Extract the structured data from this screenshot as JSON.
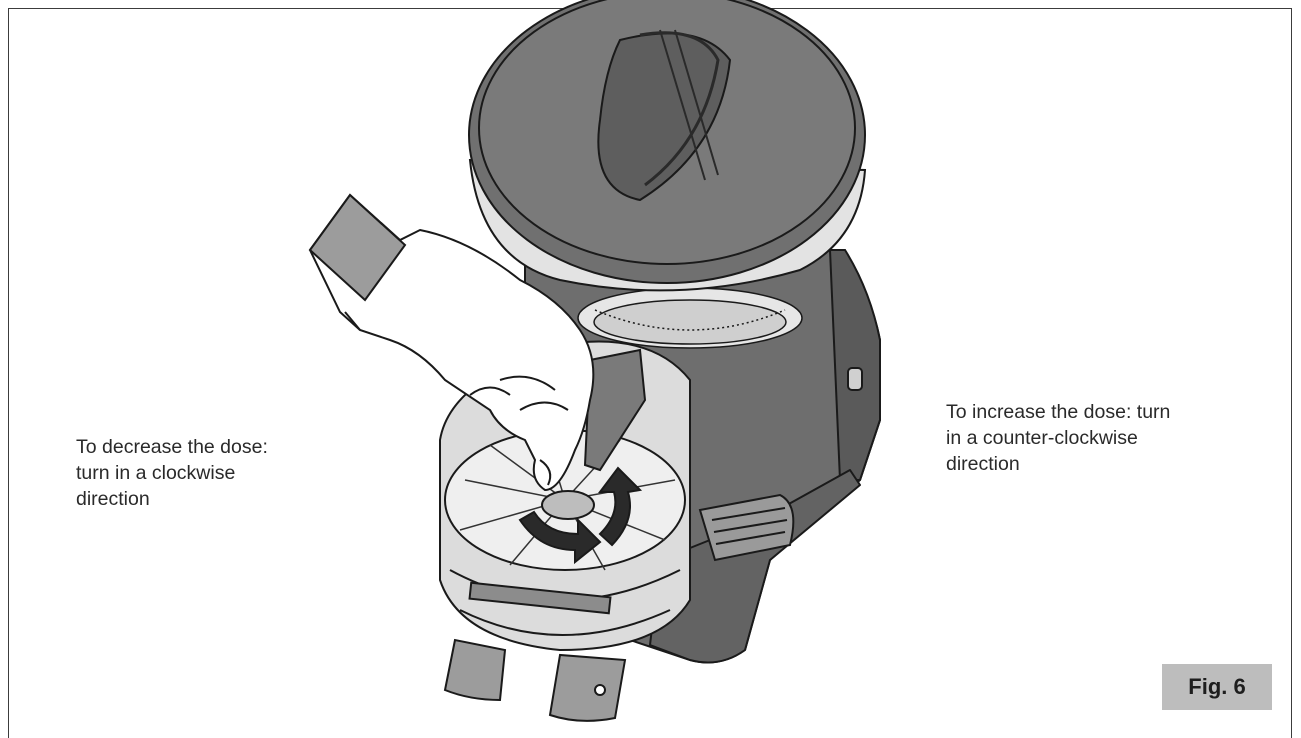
{
  "captions": {
    "decrease": "To decrease the dose:\nturn in a clockwise\ndirection",
    "increase": "To increase the dose: turn\nin a counter-clockwise\ndirection"
  },
  "figure_label": "Fig. 6",
  "colors": {
    "dark_grey": "#6b6b6b",
    "light_grey": "#d9d9d9",
    "label_bg": "#bdbdbd",
    "outline": "#1a1a1a"
  },
  "icons": [
    "arrow-clockwise-icon",
    "arrow-counter-clockwise-icon"
  ]
}
